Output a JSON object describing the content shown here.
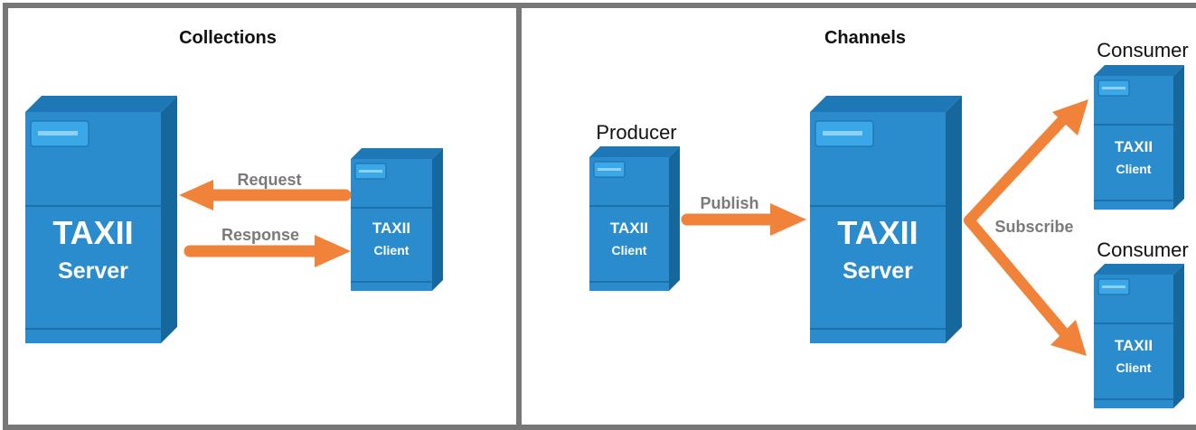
{
  "panels": {
    "collections": {
      "title": "Collections",
      "server": {
        "line1": "TAXII",
        "line2": "Server"
      },
      "client": {
        "line1": "TAXII",
        "line2": "Client"
      },
      "request_label": "Request",
      "response_label": "Response"
    },
    "channels": {
      "title": "Channels",
      "producer_label": "Producer",
      "producer_client": {
        "line1": "TAXII",
        "line2": "Client"
      },
      "publish_label": "Publish",
      "server": {
        "line1": "TAXII",
        "line2": "Server"
      },
      "subscribe_label": "Subscribe",
      "consumer1_label": "Consumer",
      "consumer1_client": {
        "line1": "TAXII",
        "line2": "Client"
      },
      "consumer2_label": "Consumer",
      "consumer2_client": {
        "line1": "TAXII",
        "line2": "Client"
      }
    }
  },
  "colors": {
    "border": "#777777",
    "box_front": "#2a8ccd",
    "box_side": "#15679c",
    "box_top": "#1e78b6",
    "arrow": "#f0823a",
    "arrow_label": "#7a7a7a"
  }
}
